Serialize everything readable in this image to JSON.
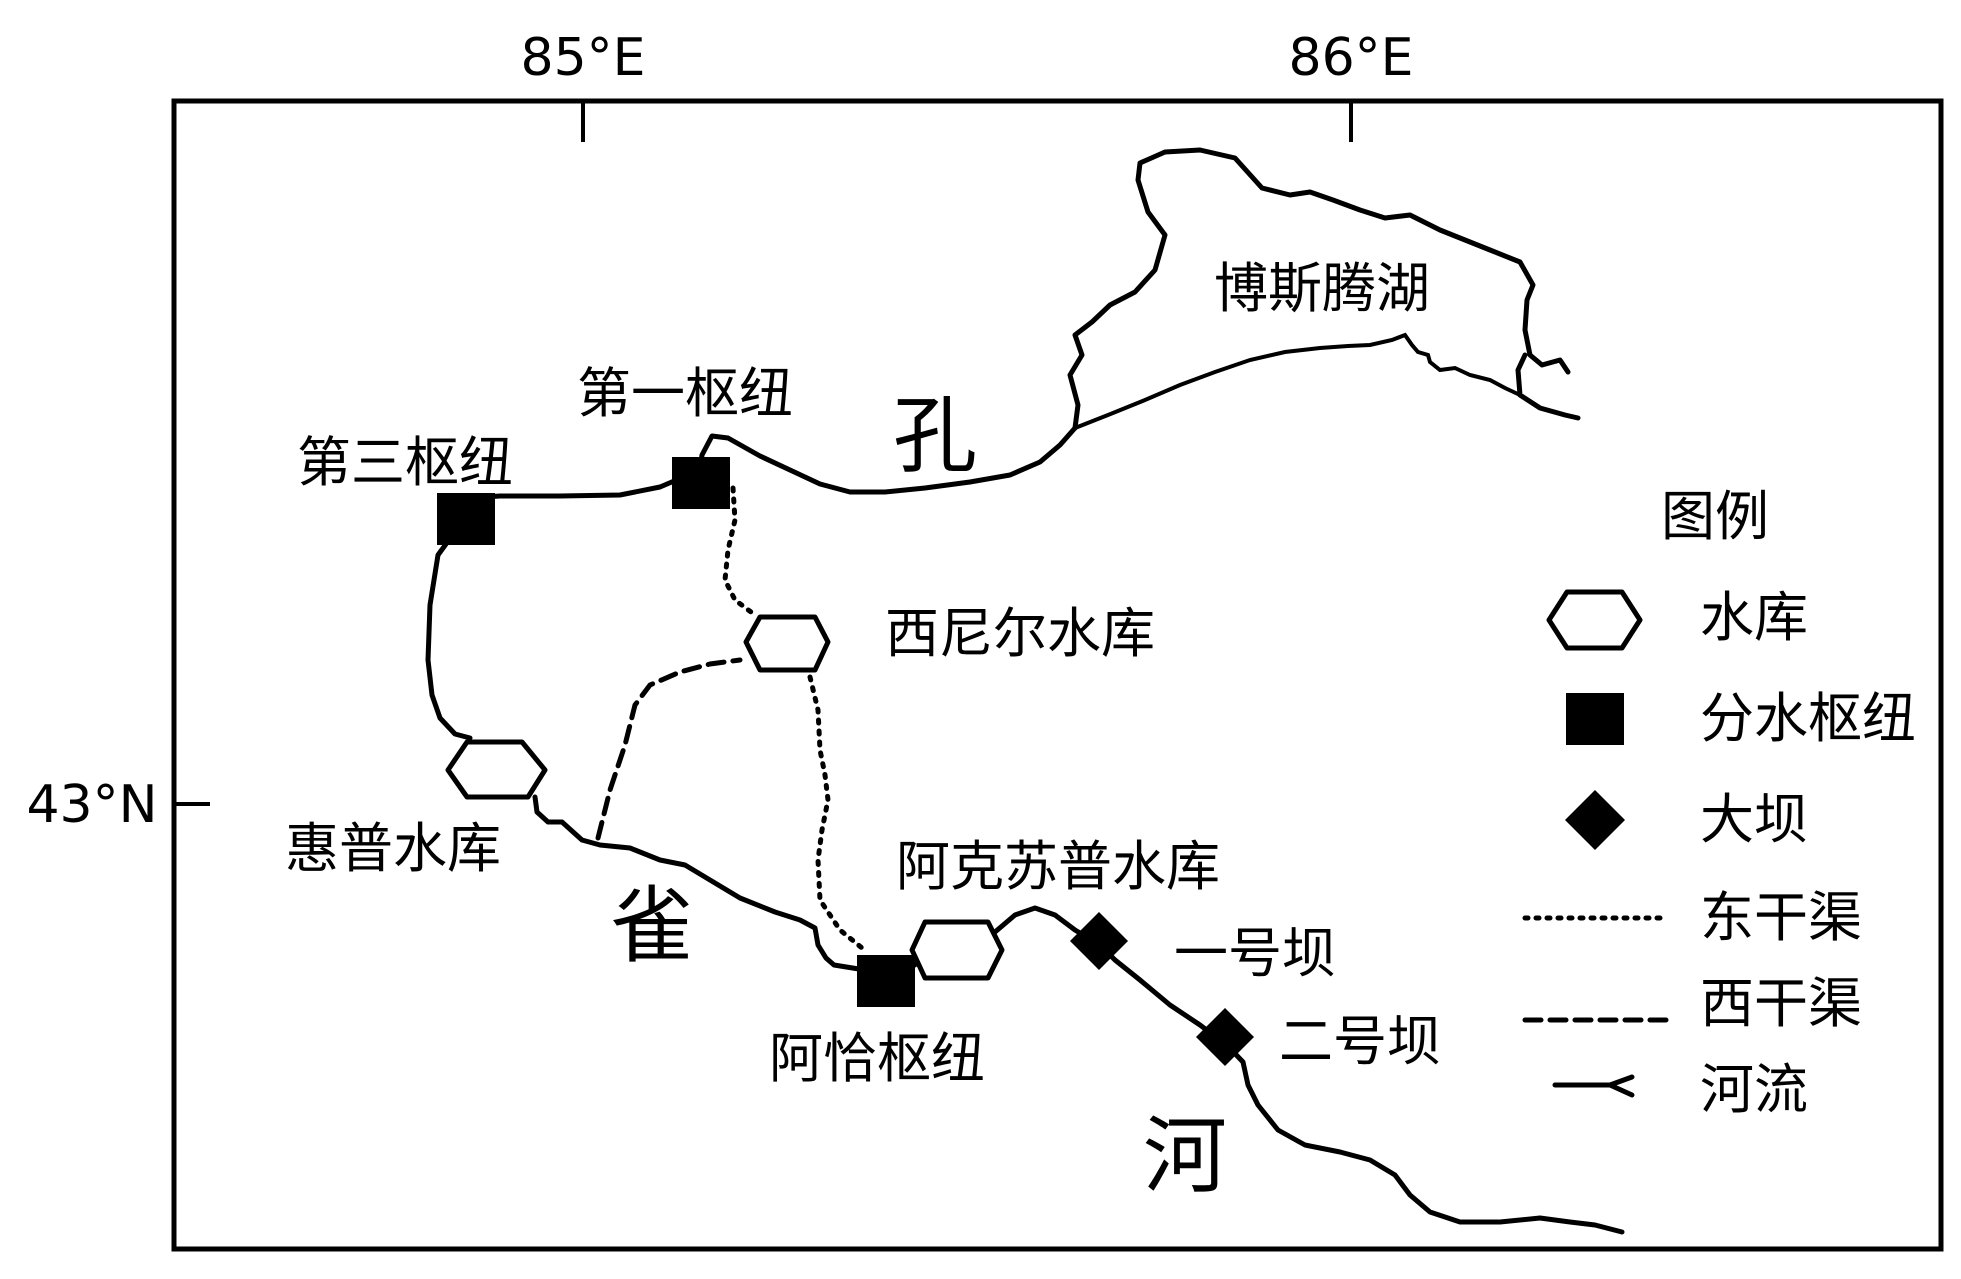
{
  "coordinates": {
    "lon_85": "85°E",
    "lon_86": "86°E",
    "lat_43": "43°N"
  },
  "places": {
    "lake": "博斯腾湖",
    "hub_1": "第一枢纽",
    "hub_3": "第三枢纽",
    "hub_aqia": "阿恰枢纽",
    "res_xinier": "西尼尔水库",
    "res_huipu": "惠普水库",
    "res_akesu": "阿克苏普水库",
    "dam_1": "一号坝",
    "dam_2": "二号坝"
  },
  "river_name": {
    "char_1": "孔",
    "char_2": "雀",
    "char_3": "河"
  },
  "legend": {
    "title": "图例",
    "reservoir": "水库",
    "hub": "分水枢纽",
    "dam": "大坝",
    "east_canal": "东干渠",
    "west_canal": "西干渠",
    "river": "河流"
  },
  "colors": {
    "ink": "#000000",
    "background": "#ffffff"
  }
}
